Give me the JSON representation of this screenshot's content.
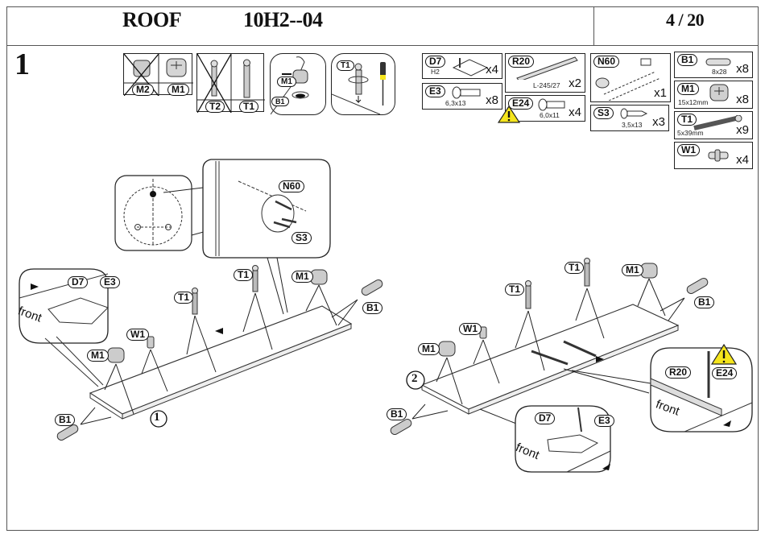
{
  "header": {
    "title": "ROOF",
    "code": "10H2--04",
    "page": "4 / 20"
  },
  "step": {
    "number": "1",
    "sub_steps": [
      "1",
      "2"
    ]
  },
  "hint_boxes": {
    "cam_wrong": "M2",
    "cam_right": "M1",
    "bolt_wrong": "T2",
    "bolt_right": "T1",
    "insert_cam": "M1",
    "insert_dowel": "B1",
    "screw_bolt": "T1"
  },
  "parts": [
    {
      "id": "D7",
      "note": "H2",
      "qty": "x4"
    },
    {
      "id": "R20",
      "note": "L-245/27",
      "qty": "x2"
    },
    {
      "id": "E3",
      "note": "6,3x13",
      "qty": "x8"
    },
    {
      "id": "E24",
      "note": "6,0x11",
      "qty": "x4",
      "warning": true
    },
    {
      "id": "N60",
      "note": "",
      "qty": "x1"
    },
    {
      "id": "S3",
      "note": "3,5x13",
      "qty": "x3"
    },
    {
      "id": "B1",
      "note": "8x28",
      "qty": "x8"
    },
    {
      "id": "M1",
      "note": "15x12mm",
      "qty": "x8"
    },
    {
      "id": "T1",
      "note": "5x39mm",
      "qty": "x9"
    },
    {
      "id": "W1",
      "note": "",
      "qty": "x4"
    }
  ],
  "diagram1": {
    "detail_top": {
      "n60": "N60",
      "s3": "S3"
    },
    "detail_left": {
      "d7": "D7",
      "e3": "E3",
      "front": "front"
    },
    "labels": {
      "t1a": "T1",
      "t1b": "T1",
      "m1a": "M1",
      "m1b": "M1",
      "w1": "W1",
      "b1a": "B1",
      "b1b": "B1"
    },
    "panel_number": "1"
  },
  "diagram2": {
    "detail_bottom": {
      "d7": "D7",
      "e3": "E3",
      "front": "front"
    },
    "detail_right": {
      "r20": "R20",
      "e24": "E24",
      "front": "front"
    },
    "labels": {
      "t1a": "T1",
      "t1b": "T1",
      "m1a": "M1",
      "m1b": "M1",
      "w1": "W1",
      "b1a": "B1",
      "b1b": "B1"
    },
    "panel_number": "2"
  },
  "colors": {
    "warning": "#f5e51c",
    "line": "#222222",
    "cam": "#bdbdbd"
  }
}
